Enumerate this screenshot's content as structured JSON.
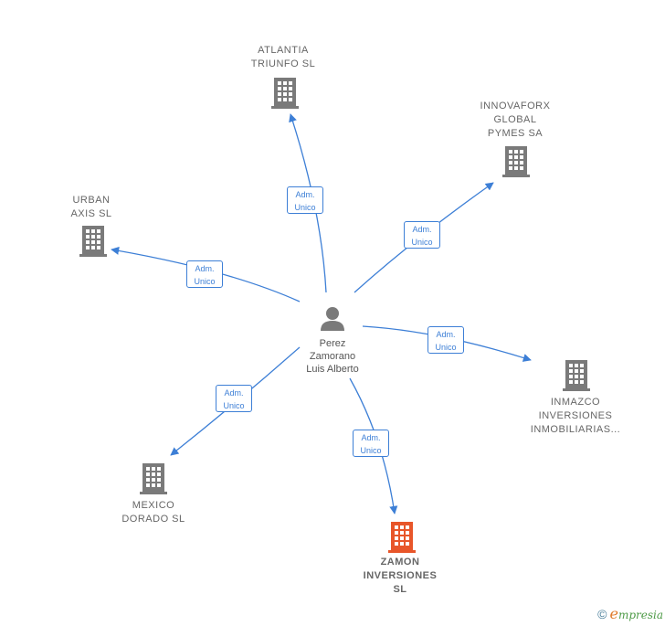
{
  "person": {
    "name": "Perez\nZamorano\nLuis Alberto",
    "icon": "person-icon"
  },
  "companies": [
    {
      "id": "atlantia",
      "name": "ATLANTIA\nTRIUNFO  SL",
      "role": "Adm.\nUnico",
      "highlight": false
    },
    {
      "id": "innovaforx",
      "name": "INNOVAFORX\nGLOBAL\nPYMES SA",
      "role": "Adm.\nUnico",
      "highlight": false
    },
    {
      "id": "urban",
      "name": "URBAN\nAXIS  SL",
      "role": "Adm.\nUnico",
      "highlight": false
    },
    {
      "id": "inmazco",
      "name": "INMAZCO\nINVERSIONES\nINMOBILIARIAS...",
      "role": "Adm.\nUnico",
      "highlight": false
    },
    {
      "id": "mexico",
      "name": "MEXICO\nDORADO  SL",
      "role": "Adm.\nUnico",
      "highlight": false
    },
    {
      "id": "zamon",
      "name": "ZAMON\nINVERSIONES\nSL",
      "role": "Adm.\nUnico",
      "highlight": true
    }
  ],
  "colors": {
    "edge": "#3d7fd6",
    "building": "#7a7a7a",
    "building_highlight": "#e8562a",
    "person": "#7a7a7a"
  },
  "footer": {
    "copyright": "©",
    "brand_initial": "e",
    "brand_rest": "mpresia"
  }
}
